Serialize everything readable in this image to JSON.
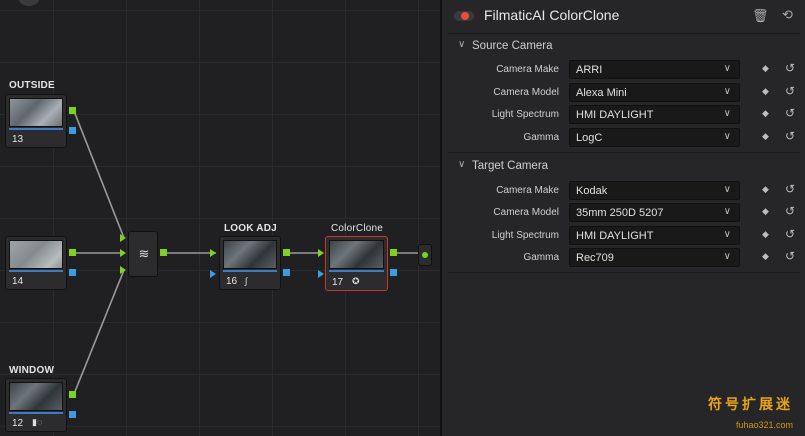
{
  "graph": {
    "nodes": [
      {
        "id": "outside",
        "label": "OUTSIDE",
        "number": "13"
      },
      {
        "id": "middle",
        "label": "",
        "number": "14"
      },
      {
        "id": "window",
        "label": "WINDOW",
        "number": "12"
      },
      {
        "id": "look-adj",
        "label": "LOOK ADJ",
        "number": "16"
      },
      {
        "id": "colorclone",
        "label": "ColorClone",
        "number": "17"
      }
    ],
    "colors": {
      "rgb_port": "#7ed321",
      "alpha_port": "#3d9be0",
      "selected": "#c0392b"
    }
  },
  "panel": {
    "title": "FilmaticAI ColorClone",
    "sections": [
      {
        "title": "Source Camera",
        "rows": [
          {
            "label": "Camera Make",
            "value": "ARRI"
          },
          {
            "label": "Camera Model",
            "value": "Alexa Mini"
          },
          {
            "label": "Light Spectrum",
            "value": "HMI DAYLIGHT"
          },
          {
            "label": "Gamma",
            "value": "LogC"
          }
        ]
      },
      {
        "title": "Target Camera",
        "rows": [
          {
            "label": "Camera Make",
            "value": "Kodak"
          },
          {
            "label": "Camera Model",
            "value": "35mm 250D 5207"
          },
          {
            "label": "Light Spectrum",
            "value": "HMI DAYLIGHT"
          },
          {
            "label": "Gamma",
            "value": "Rec709"
          }
        ]
      }
    ]
  },
  "watermark": {
    "text": "符号扩展迷",
    "url": "fuhao321.com"
  }
}
